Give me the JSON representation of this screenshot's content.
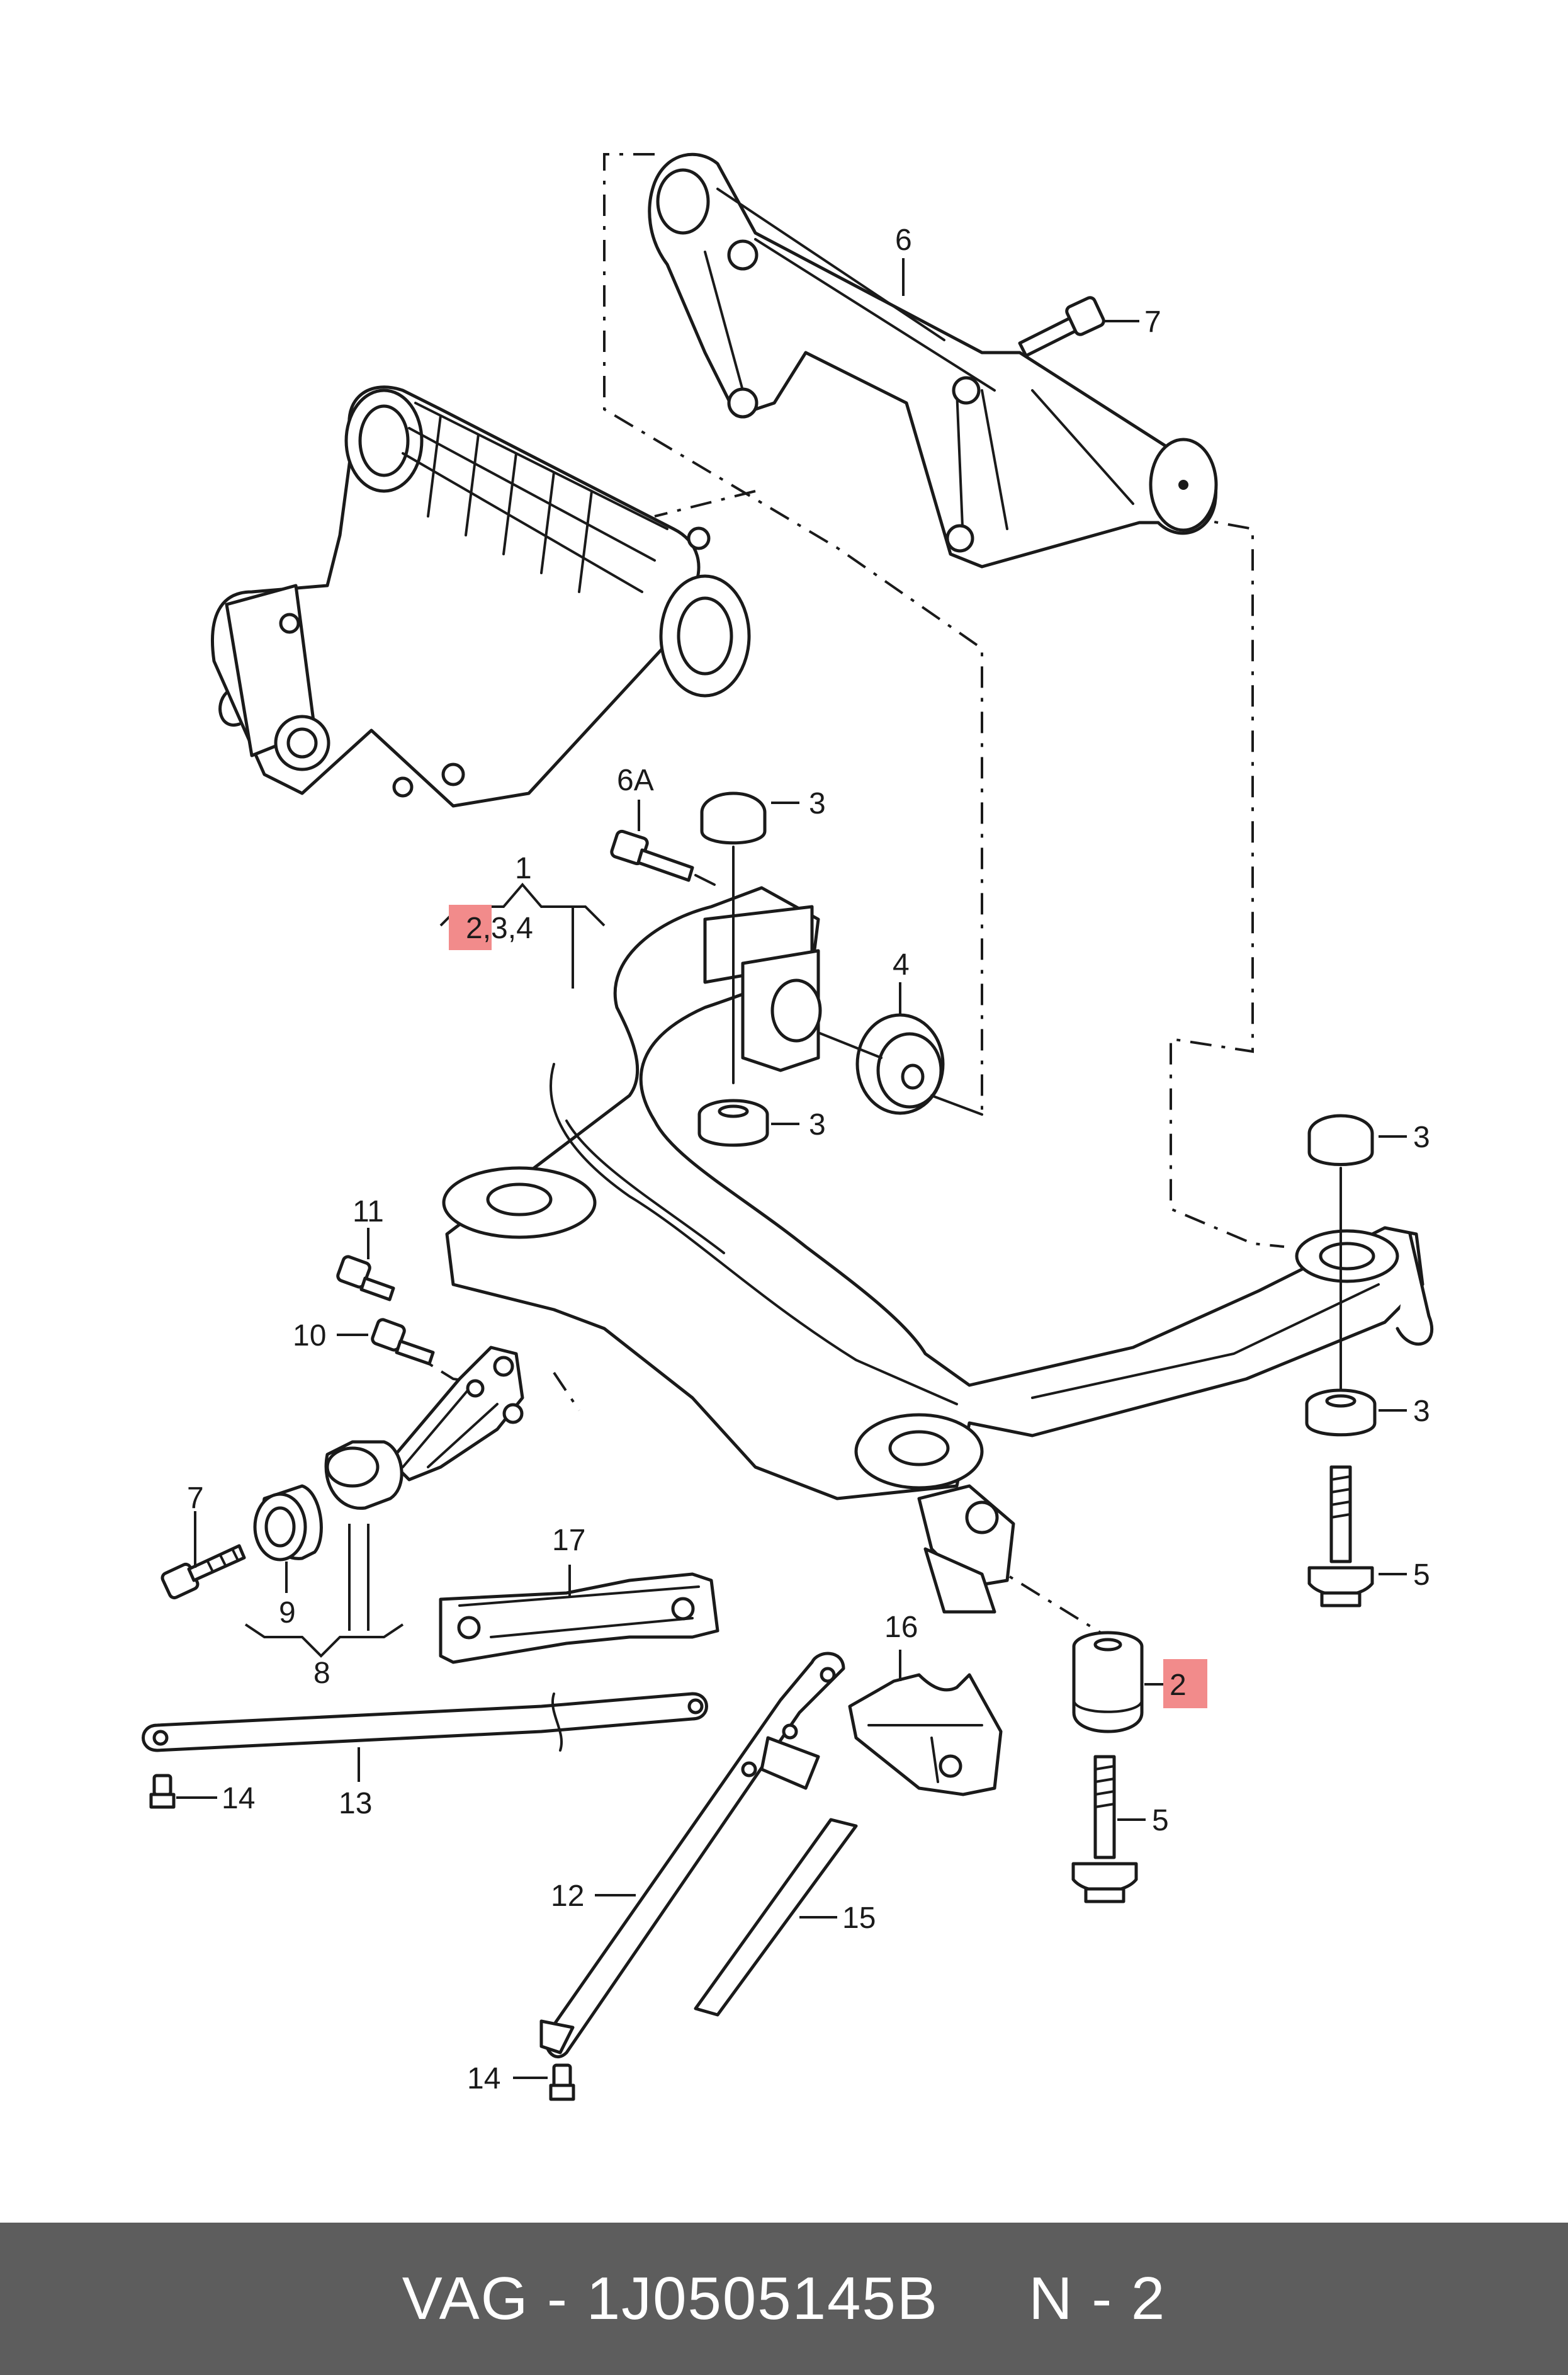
{
  "callouts": {
    "c1": "1",
    "c234": "2,3,4",
    "c6a": "6A",
    "c3a": "3",
    "c3b": "3",
    "c3c": "3",
    "c3d": "3",
    "c4": "4",
    "c5a": "5",
    "c5b": "5",
    "c6": "6",
    "c7a": "7",
    "c7b": "7",
    "c8": "8",
    "c9": "9",
    "c10": "10",
    "c11": "11",
    "c12": "12",
    "c13": "13",
    "c14a": "14",
    "c14b": "14",
    "c15": "15",
    "c16": "16",
    "c17": "17",
    "c2": "2"
  },
  "footer": {
    "brand": "VAG",
    "part_number": "1J0505145B",
    "page": "N - 2",
    "text": "VAG - 1J0505145B     N - 2"
  },
  "colors": {
    "highlight": "#f28b8b",
    "footer_bg": "#5d5d5d"
  }
}
